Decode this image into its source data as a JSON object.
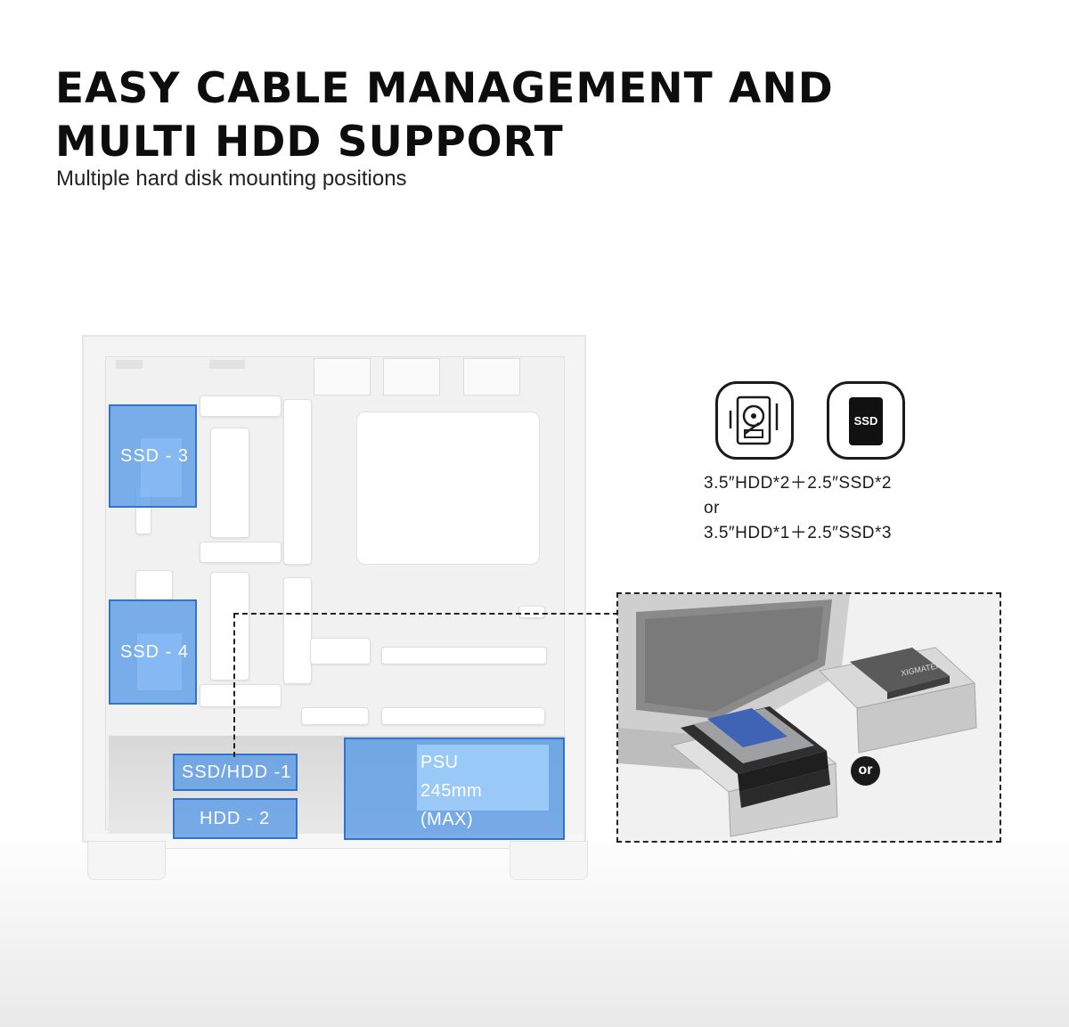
{
  "header": {
    "title_line1": "EASY CABLE MANAGEMENT AND",
    "title_line2": "MULTI HDD SUPPORT",
    "subtitle": "Multiple hard disk mounting positions"
  },
  "zones": {
    "ssd3": "SSD - 3",
    "ssd4": "SSD - 4",
    "ssd_hdd1": "SSD/HDD -1",
    "hdd2": "HDD - 2",
    "psu_line1": "PSU",
    "psu_line2": "245mm",
    "psu_line3": "(MAX)"
  },
  "icons": {
    "hdd_icon": "hdd-icon",
    "ssd_icon": "ssd-icon",
    "ssd_icon_text": "SSD"
  },
  "specs": {
    "line1": "3.5″HDD*2＋2.5″SSD*2",
    "line2": "or",
    "line3": "3.5″HDD*1＋2.5″SSD*3"
  },
  "callout": {
    "or_badge": "or",
    "ssd_product_text": "XIGMATEK"
  },
  "colors": {
    "zone_fill": "#5096e6",
    "zone_border": "#286ec8",
    "hdd_label_blue": "#2b5fb5"
  }
}
